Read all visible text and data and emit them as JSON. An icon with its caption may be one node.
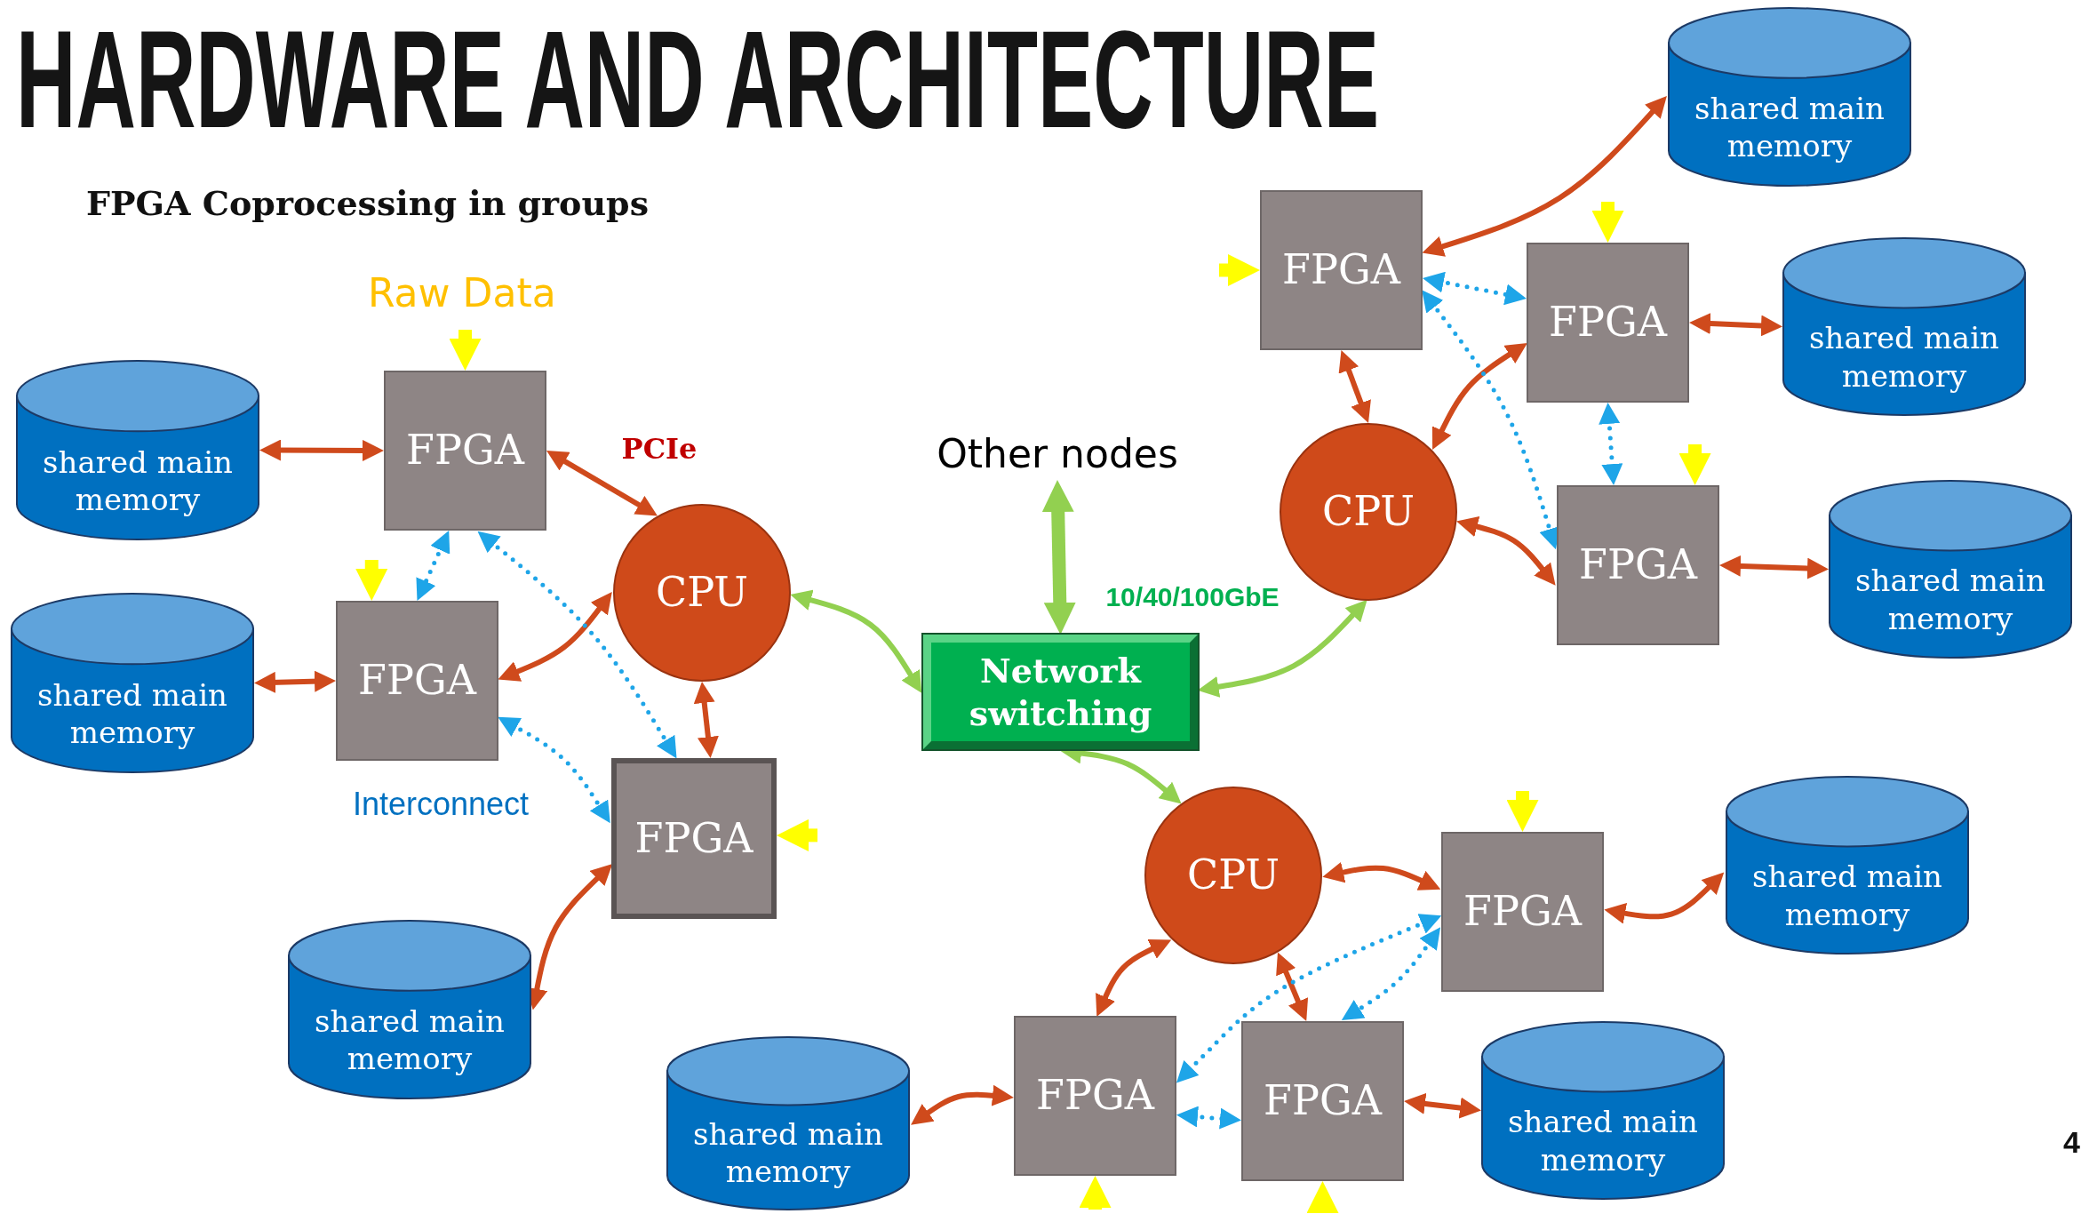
{
  "diagram": {
    "title": "HARDWARE AND ARCHITECTURE",
    "nodes": [
      {
        "text": [
          "shared main memory"
        ]
      },
      {
        "text": [
          "FPGA"
        ]
      },
      {
        "text": [
          "CPU"
        ]
      },
      {
        "text": [
          "shared main memory"
        ]
      },
      {
        "text": [
          "FPGA"
        ]
      },
      {
        "text": [
          "FPGA"
        ]
      },
      {
        "text": [
          "shared main memory"
        ]
      },
      {
        "text": [
          "Other nodes"
        ]
      },
      {
        "text": [
          "Network switching"
        ]
      },
      {
        "text": [
          "shared main memory"
        ]
      },
      {
        "text": [
          "FPGA"
        ]
      },
      {
        "text": [
          "FPGA"
        ]
      },
      {
        "text": [
          "shared main memory"
        ]
      },
      {
        "text": [
          "CPU"
        ]
      },
      {
        "text": [
          "FPGA"
        ]
      },
      {
        "text": [
          "shared main memory"
        ]
      },
      {
        "text": [
          "CPU"
        ]
      },
      {
        "text": [
          "FPGA"
        ]
      },
      {
        "text": [
          "shared main memory"
        ]
      },
      {
        "text": [
          "FPGA"
        ]
      },
      {
        "text": [
          "FPGA"
        ]
      },
      {
        "text": [
          "shared main memory"
        ]
      },
      {
        "text": [
          "shared main memory"
        ]
      }
    ],
    "edges": [
      {
        "from": 0,
        "to": 1,
        "arrow": "both"
      },
      {
        "from": 1,
        "to": 2,
        "arrow": "both",
        "label": "PCIe"
      },
      {
        "from": 3,
        "to": 4,
        "arrow": "both"
      },
      {
        "from": 4,
        "to": 2,
        "arrow": "both"
      },
      {
        "from": 2,
        "to": 5,
        "arrow": "both"
      },
      {
        "from": 5,
        "to": 6,
        "arrow": "both"
      },
      {
        "from": 1,
        "to": 4,
        "arrow": "both",
        "style": "dashed",
        "color": "#1ea5e8"
      },
      {
        "from": 1,
        "to": 5,
        "arrow": "both",
        "style": "dashed",
        "color": "#1ea5e8"
      },
      {
        "from": 4,
        "to": 5,
        "arrow": "both",
        "style": "dashed",
        "color": "#1ea5e8",
        "label": "Interconnect"
      },
      {
        "from": null,
        "to": 1,
        "arrow": "to",
        "style": "thick",
        "color": "#ffff00"
      },
      {
        "from": null,
        "to": 4,
        "arrow": "to",
        "style": "thick",
        "color": "#ffff00"
      },
      {
        "from": null,
        "to": 5,
        "arrow": "to",
        "style": "thick",
        "color": "#ffff00"
      },
      {
        "from": 2,
        "to": 8,
        "arrow": "both",
        "color": "#92d050"
      },
      {
        "from": 8,
        "to": 7,
        "arrow": "both",
        "style": "thick",
        "color": "#92d050",
        "label": "10/40/100GbE"
      },
      {
        "from": 8,
        "to": 13,
        "arrow": "both",
        "color": "#92d050"
      },
      {
        "from": 8,
        "to": 16,
        "arrow": "both",
        "color": "#92d050"
      },
      {
        "from": 10,
        "to": 9,
        "arrow": "both"
      },
      {
        "from": 10,
        "to": 13,
        "arrow": "both"
      },
      {
        "from": 11,
        "to": 13,
        "arrow": "both"
      },
      {
        "from": 11,
        "to": 12,
        "arrow": "both"
      },
      {
        "from": 13,
        "to": 14,
        "arrow": "both"
      },
      {
        "from": 14,
        "to": 15,
        "arrow": "both"
      },
      {
        "from": 10,
        "to": 11,
        "arrow": "both",
        "style": "dashed",
        "color": "#1ea5e8"
      },
      {
        "from": 10,
        "to": 14,
        "arrow": "both",
        "style": "dashed",
        "color": "#1ea5e8"
      },
      {
        "from": 11,
        "to": 14,
        "arrow": "both",
        "style": "dashed",
        "color": "#1ea5e8"
      },
      {
        "from": null,
        "to": 10,
        "arrow": "to",
        "style": "thick",
        "color": "#ffff00"
      },
      {
        "from": null,
        "to": 11,
        "arrow": "to",
        "style": "thick",
        "color": "#ffff00"
      },
      {
        "from": null,
        "to": 14,
        "arrow": "to",
        "style": "thick",
        "color": "#ffff00"
      },
      {
        "from": 16,
        "to": 17,
        "arrow": "both"
      },
      {
        "from": 17,
        "to": 18,
        "arrow": "both"
      },
      {
        "from": 16,
        "to": 19,
        "arrow": "both"
      },
      {
        "from": 16,
        "to": 20,
        "arrow": "both"
      },
      {
        "from": 19,
        "to": 21,
        "arrow": "both"
      },
      {
        "from": 20,
        "to": 22,
        "arrow": "both"
      },
      {
        "from": 17,
        "to": 19,
        "arrow": "both",
        "style": "dashed",
        "color": "#1ea5e8"
      },
      {
        "from": 17,
        "to": 20,
        "arrow": "both",
        "style": "dashed",
        "color": "#1ea5e8"
      },
      {
        "from": 19,
        "to": 20,
        "arrow": "both",
        "style": "dashed",
        "color": "#1ea5e8"
      },
      {
        "from": null,
        "to": 17,
        "arrow": "to",
        "style": "thick",
        "color": "#ffff00"
      },
      {
        "from": null,
        "to": 19,
        "arrow": "to",
        "style": "thick",
        "color": "#ffff00"
      },
      {
        "from": null,
        "to": 20,
        "arrow": "to",
        "style": "thick",
        "color": "#ffff00"
      }
    ],
    "labels": [
      "FPGA Coprocessing in groups",
      "Raw Data",
      "4"
    ]
  }
}
